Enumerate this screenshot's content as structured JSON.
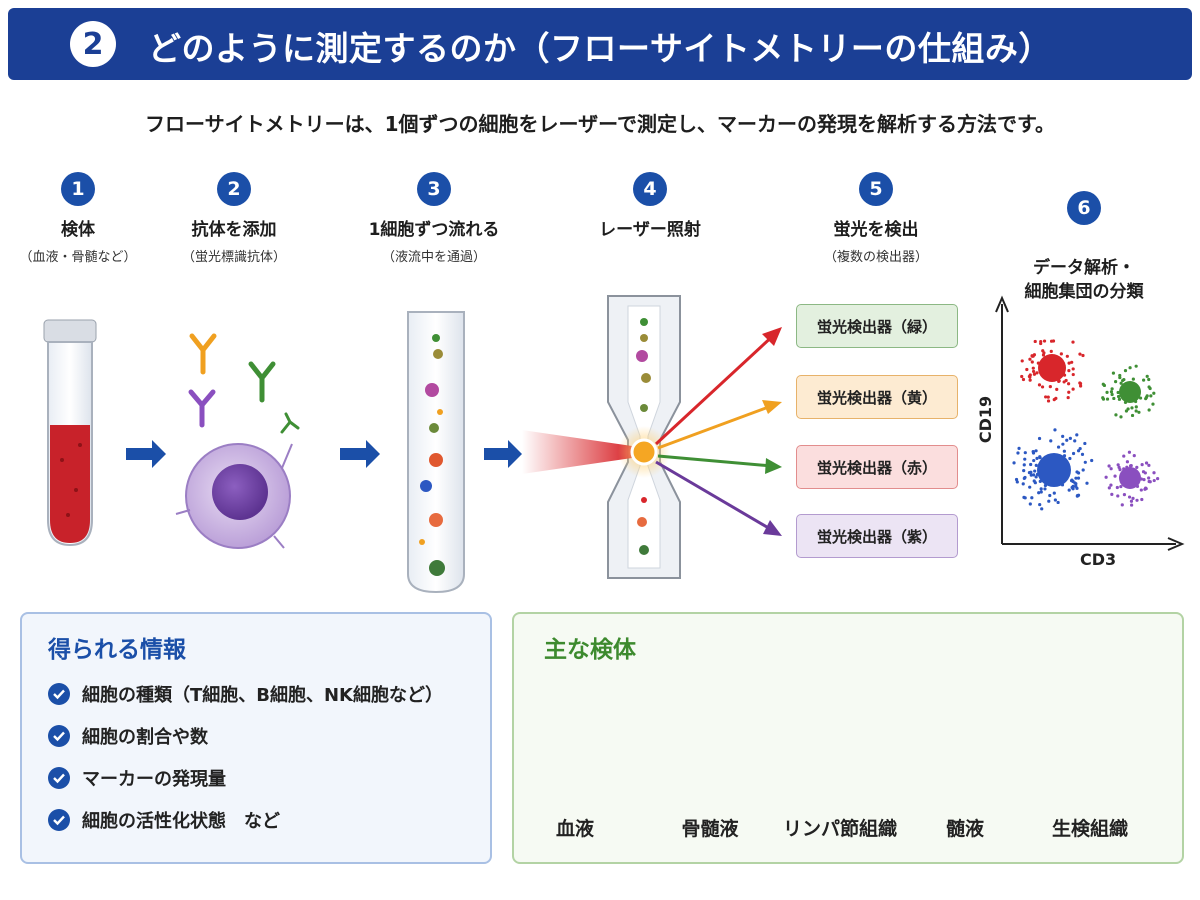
{
  "header": {
    "number": "2",
    "title": "どのように測定するのか（フローサイトメトリーの仕組み）"
  },
  "intro": "フローサイトメトリーは、1個ずつの細胞をレーザーで測定し、マーカーの発現を解析する方法です。",
  "steps": [
    {
      "num": "1",
      "title": "検体",
      "sub": "（血液・骨髄など）"
    },
    {
      "num": "2",
      "title": "抗体を添加",
      "sub": "（蛍光標識抗体）"
    },
    {
      "num": "3",
      "title": "1細胞ずつ流れる",
      "sub": "（液流中を通過）"
    },
    {
      "num": "4",
      "title": "レーザー照射",
      "sub": ""
    },
    {
      "num": "5",
      "title": "蛍光を検出",
      "sub": "（複数の検出器）"
    },
    {
      "num": "6",
      "title": "データ解析・\n細胞集団の分類",
      "sub": ""
    }
  ],
  "detectors": [
    {
      "label": "蛍光検出器（緑）",
      "bg": "#e3f0df",
      "border": "#8cb884",
      "arrow": "#3f8f35"
    },
    {
      "label": "蛍光検出器（黄）",
      "bg": "#fdebd2",
      "border": "#e7b26a",
      "arrow": "#f0a020"
    },
    {
      "label": "蛍光検出器（赤）",
      "bg": "#fbdede",
      "border": "#e28d8d",
      "arrow": "#3f8f35"
    },
    {
      "label": "蛍光検出器（紫）",
      "bg": "#ece4f4",
      "border": "#b39bcf",
      "arrow": "#6a3a9a"
    }
  ],
  "plot": {
    "xlabel": "CD3",
    "ylabel": "CD19"
  },
  "info_panel": {
    "title": "得られる情報",
    "items": [
      "細胞の種類（T細胞、B細胞、NK細胞など）",
      "細胞の割合や数",
      "マーカーの発現量",
      "細胞の活性化状態　など"
    ]
  },
  "samples_panel": {
    "title": "主な検体",
    "items": [
      "血液",
      "骨髄液",
      "リンパ節組織",
      "髄液",
      "生検組織"
    ]
  },
  "colors": {
    "header_bg": "#1b3f95",
    "accent_blue": "#1b4fa8",
    "green_title": "#3d8a2e",
    "red": "#d8262b",
    "green": "#3f8f35",
    "blue": "#2c58c2",
    "purple": "#8a4fbf"
  }
}
